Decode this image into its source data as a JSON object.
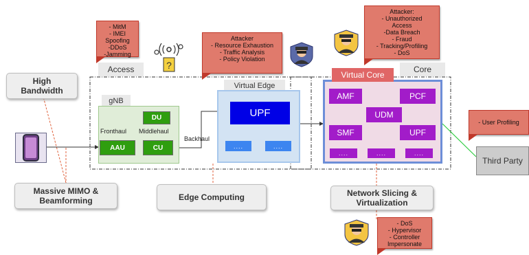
{
  "tags": {
    "access": "Access",
    "core": "Core",
    "gnb": "gNB",
    "virtual_edge": "Virtual Edge",
    "virtual_core": "Virtual Core",
    "third_party": "Third Party"
  },
  "nodes": {
    "du": "DU",
    "cu": "CU",
    "aau": "AAU",
    "upf_edge": "UPF",
    "amf": "AMF",
    "pcf": "PCF",
    "udm": "UDM",
    "smf": "SMF",
    "upf_core": "UPF",
    "dots": "...."
  },
  "links": {
    "fronthaul": "Fronthaul",
    "middlehaul": "Middlehaul",
    "backhaul": "Backhaul"
  },
  "callouts": {
    "high_bandwidth": "High\nBandwidth",
    "massive_mimo": "Massive MIMO &\nBeamforming",
    "edge_computing": "Edge Computing",
    "network_slicing": "Network Slicing &\nVirtualization"
  },
  "threats": {
    "access": "- MitM\n- IMEI\nSpoofing\n-DDoS\n-Jamming",
    "edge": "Attacker\n- Resource Exhaustion\n- Traffic Analysis\n- Policy Violation",
    "core": "Attacker:\n- Unauthorized\nAccess\n-Data Breach\n- Fraud\n- Tracking/Profiling\n- DoS",
    "virtualization": "- DoS\n- Hypervisor\n- Controller\nImpersonate",
    "third_party": "- User Profiling"
  },
  "icons": {
    "phone": "smartphone-icon",
    "attacker": "hacker-icon",
    "tower": "cell-tower-icon",
    "eavesdropper": "eavesdropper-icon"
  },
  "colors": {
    "threat_note": "#e07a6c",
    "gnb_green": "#2f9e0f",
    "core_purple": "#a21cc9",
    "upf_blue": "#0000e6",
    "virtual_core_red": "#e06666"
  }
}
